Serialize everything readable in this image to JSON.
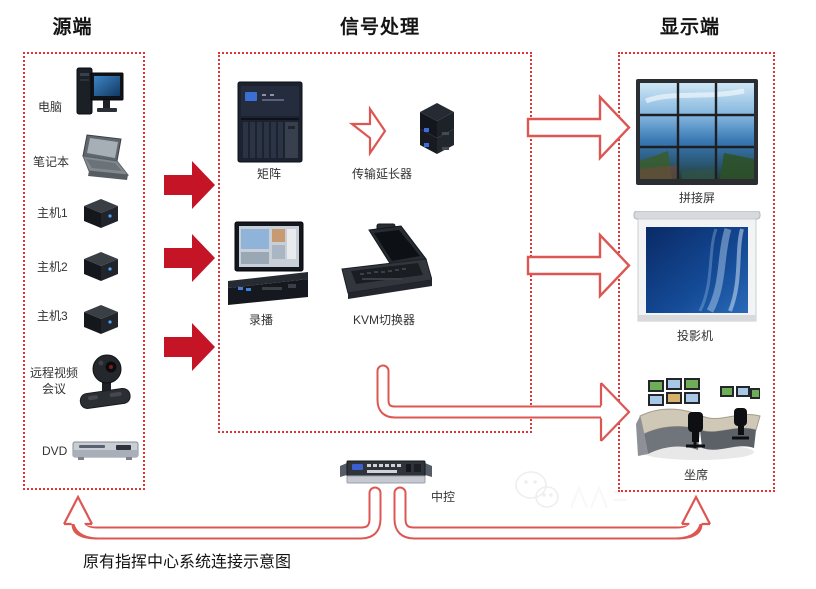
{
  "titles": {
    "source": "源端",
    "processing": "信号处理",
    "display": "显示端"
  },
  "columns": {
    "source": {
      "title": "源端",
      "items": [
        {
          "label": "电脑"
        },
        {
          "label": "笔记本"
        },
        {
          "label": "主机1"
        },
        {
          "label": "主机2"
        },
        {
          "label": "主机3"
        },
        {
          "label": "远程视频会议"
        },
        {
          "label": "DVD"
        }
      ]
    },
    "processing": {
      "title": "信号处理",
      "items": [
        {
          "label": "矩阵"
        },
        {
          "label": "传输延长器"
        },
        {
          "label": "录播"
        },
        {
          "label": "KVM切换器"
        }
      ]
    },
    "display": {
      "title": "显示端",
      "items": [
        {
          "label": "拼接屏"
        },
        {
          "label": "投影机"
        },
        {
          "label": "坐席"
        }
      ]
    }
  },
  "control": {
    "label": "中控"
  },
  "caption": "原有指挥中心系统连接示意图",
  "colors": {
    "solid_arrow": "#c41425",
    "outline_arrow": "#dd5752",
    "dashed_border": "#e03535",
    "title_text": "#141414",
    "label_text": "#333333"
  }
}
